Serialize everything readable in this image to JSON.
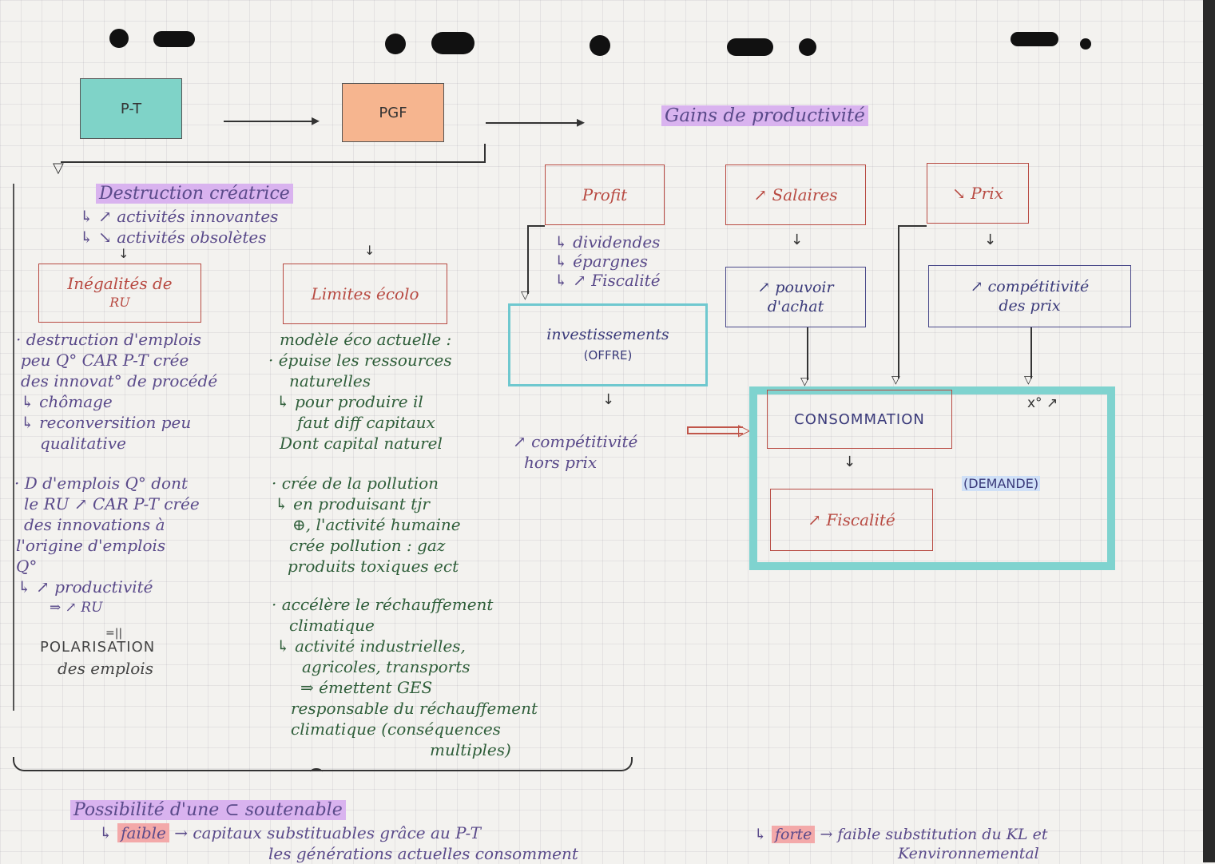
{
  "top_boxes": {
    "pt": "P-T",
    "pgf": "PGF",
    "gains": "Gains de productivité"
  },
  "destruction": {
    "title": "Destruction créatrice",
    "line1": "↳ ↗ activités innovantes",
    "line2": "↳ ↘ activités obsolètes"
  },
  "inegalites": {
    "title_line1": "Inégalités de",
    "title_line2": "RU",
    "notes_a": [
      "· destruction d'emplois",
      "peu Q° CAR P-T crée",
      "des innovat° de procédé",
      "↳ chômage",
      "↳ reconversition peu",
      "qualitative"
    ],
    "notes_b": [
      "· D d'emplois Q° dont",
      "le RU ↗ CAR P-T crée",
      "des innovations à",
      "l'origine d'emplois",
      "Q°",
      "↳ ↗ productivité",
      "⇒ ↗ RU"
    ],
    "equal_mark": "=||",
    "polarisation_line1": "POLARISATION",
    "polarisation_line2": "des emplois"
  },
  "limites": {
    "title": "Limites écolo",
    "notes_a": [
      "modèle éco actuelle :",
      "· épuise les ressources",
      "naturelles",
      "↳ pour produire il",
      "faut diff capitaux",
      "Dont capital naturel"
    ],
    "notes_b": [
      "· crée de la pollution",
      "↳ en produisant tjr",
      "⊕, l'activité humaine",
      "crée pollution : gaz",
      "produits toxiques ect"
    ],
    "notes_c": [
      "· accélère le réchauffement",
      "climatique",
      "↳ activité industrielles,",
      "agricoles, transports",
      "⇒ émettent GES",
      "responsable du réchauffement",
      "climatique (conséquences",
      "multiples)"
    ]
  },
  "gains": {
    "profit": "Profit",
    "profit_notes": [
      "↳ dividendes",
      "↳ épargnes",
      "↳ ↗ Fiscalité"
    ],
    "salaires": "↗ Salaires",
    "prix": "↘ Prix",
    "pouvoir_line1": "↗ pouvoir",
    "pouvoir_line2": "d'achat",
    "compet_line1": "↗ compétitivité",
    "compet_line2": "des prix",
    "invest_line1": "investissements",
    "invest_line2": "(OFFRE)",
    "hors_prix_line1": "↗ compétitivité",
    "hors_prix_line2": "hors prix",
    "consommation": "CONSOMMATION",
    "xo": "x° ↗",
    "demande": "(DEMANDE)",
    "fiscalite": "↗ Fiscalité"
  },
  "bottom": {
    "possibilite": "Possibilité d'une ⊂ soutenable",
    "faible_prefix": "↳",
    "faible": "faible",
    "faible_text": "→ capitaux substituables grâce au P-T",
    "faible_text2": "les générations actuelles consomment",
    "forte_prefix": "↳",
    "forte": "forte",
    "forte_text": "→ faible substitution du KL et",
    "forte_text2": "Kenvironnemental"
  },
  "colors": {
    "pt_fill": "#7fd3c8",
    "pgf_fill": "#f6b58f",
    "highlight_purple": "#d9b3ef",
    "highlight_pink": "#f3a9a9",
    "demande_border": "#7fd3cf",
    "red_ink": "#b84a42",
    "blue_ink": "#3a3a7a",
    "green_ink": "#2f5e3a"
  }
}
